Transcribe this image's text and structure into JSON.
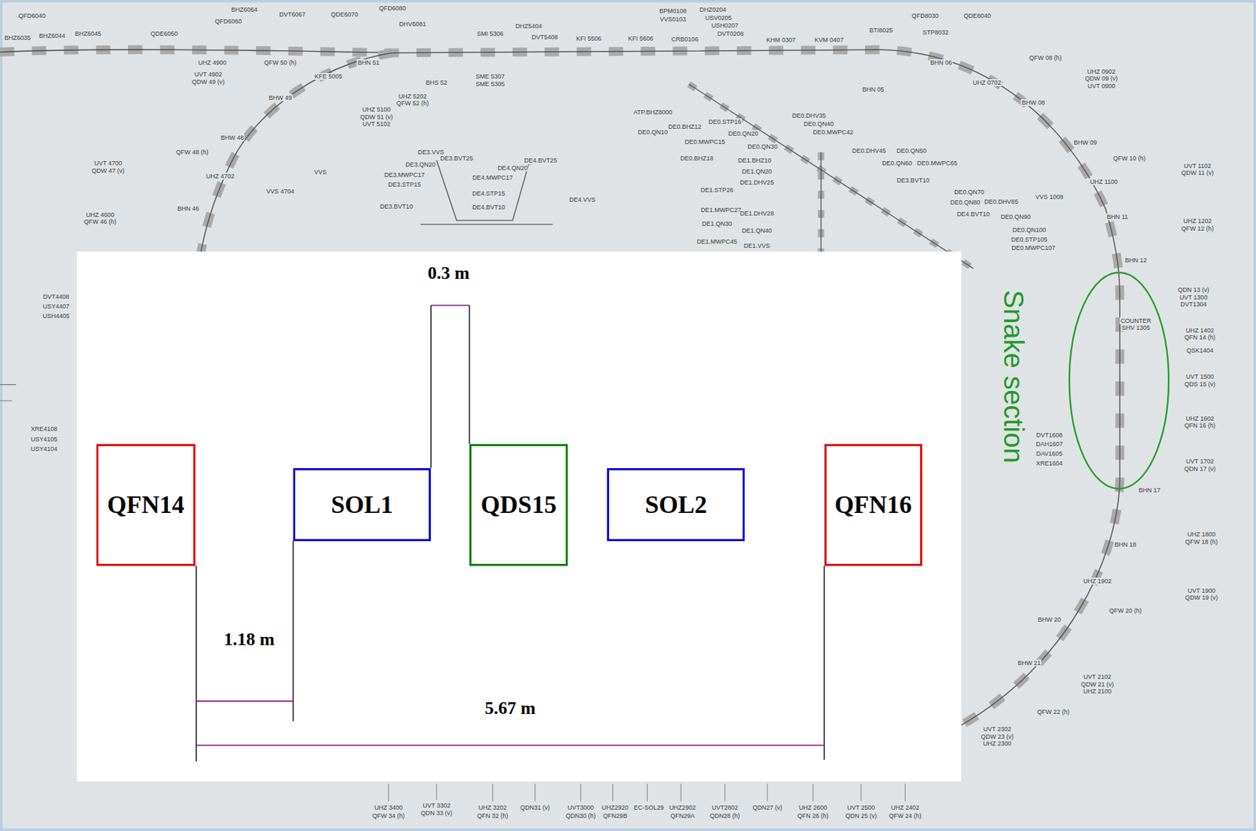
{
  "diagram": {
    "nodes": [
      {
        "text": [
          "QFN14"
        ]
      },
      {
        "text": [
          "SOL1"
        ]
      },
      {
        "text": [
          "QDS15"
        ]
      },
      {
        "text": [
          "SOL2"
        ]
      },
      {
        "text": [
          "QFN16"
        ]
      }
    ],
    "labels": [
      "0.3 m",
      "1.18 m",
      "5.67 m",
      "Snake section",
      "QFD6040",
      "BHZ6035",
      "BHZ6044",
      "BHZ6045",
      "QDE6050",
      "QFD6060",
      "BHZ6064",
      "DVT6067",
      "QDE6070",
      "QFD6080",
      "DHV6081",
      "UHZ 4900",
      "QFW 50 (h)",
      "BHN 51",
      "UVT 4902",
      "QDW 49 (v)",
      "KFE 5005",
      "BHS 52",
      "UHZ 5202",
      "QFW 52 (h)",
      "BHW 49",
      "UHZ 5100",
      "QDW 51 (v)",
      "UVT 5102",
      "SMI 5306",
      "DHZ5404",
      "DVT5408",
      "KFI 5506",
      "KFI 5606",
      "CRB0106",
      "BPM0108",
      "VVS0103",
      "DHZ0204",
      "USV0205",
      "USH0207",
      "DVT0208",
      "KHM 0307",
      "KVM 0407",
      "BTI8025",
      "QFD8030",
      "STP8032",
      "QDE8040",
      "SME 5307",
      "SME 5305",
      "BHN 06",
      "BHN 05",
      "UHZ 0702",
      "QFW 08 (h)",
      "UHZ 0902",
      "QDW 09 (v)",
      "UVT 0900",
      "BHW 08",
      "BHW 09",
      "QFW 10 (h)",
      "UVT 1102",
      "QDW 11 (v)",
      "UHZ 1100",
      "VVS 1008",
      "BHN 11",
      "UHZ 1202",
      "QFW 12 (h)",
      "BHN 12",
      "QDN 13 (v)",
      "UVT 1300",
      "DVT1304",
      "COUNTER",
      "SHV 1305",
      "UHZ 1402",
      "QFN 14 (h)",
      "QSK1404",
      "UVT 1500",
      "QDS 15 (v)",
      "UHZ 1602",
      "QFN 16 (h)",
      "DVT1608",
      "DAH1607",
      "DAV1605",
      "XRE1604",
      "UVT 1702",
      "QDN 17 (v)",
      "BHN 17",
      "UHZ 1800",
      "QFW 18 (h)",
      "BHN 18",
      "UHZ 1902",
      "UVT 1900",
      "QDW 19 (v)",
      "QFW 20 (h)",
      "BHW 20",
      "BHW 21",
      "UVT 2102",
      "QDW 21 (v)",
      "UHZ 2100",
      "QFW 22 (h)",
      "UVT 2302",
      "QDW 23 (v)",
      "UHZ 2300",
      "UHZ 3400",
      "QFW 34 (h)",
      "UVT 3302",
      "QDN 33 (v)",
      "UHZ 3202",
      "QFN 32 (h)",
      "QDN31 (v)",
      "UVT3000",
      "QDN30 (h)",
      "UHZ2920",
      "QFN29B",
      "EC-SOL29",
      "UHZ2902",
      "QFN29A",
      "UVT2802",
      "QDN28 (h)",
      "QDN27 (v)",
      "UHZ 2600",
      "QFN 26 (h)",
      "UVT 2500",
      "QDN 25 (v)",
      "UHZ 2402",
      "QFW 24 (h)",
      "UVT 4700",
      "QDW 47 (v)",
      "QFW 48 (h)",
      "BHW 48",
      "UHZ 4702",
      "VVS 4704",
      "BHN 46",
      "UHZ 4600",
      "QFW 46 (h)",
      "VVS",
      "DVT4408",
      "USY4407",
      "USH4405",
      "XRE4108",
      "USY4105",
      "USY4104",
      "ATP.BHZ8000",
      "DE0.QN10",
      "DE0.BHZ12",
      "DE0.MWPC15",
      "DE0.BHZ18",
      "DE0.STP16",
      "DE0.QN20",
      "DE0.QN30",
      "DE0.MWPC42",
      "DE0.DHV35",
      "DE0.QN40",
      "DE0.DHV45",
      "DE0.QN50",
      "DE0.QN60",
      "DE0.MWPC65",
      "DE3.BVT10",
      "DE0.QN70",
      "DE0.QN80",
      "DE0.DHV85",
      "DE4.BVT10",
      "DE0.QN90",
      "DE0.QN100",
      "DE0.STP105",
      "DE0.MWPC107",
      "DE1.BHZ10",
      "DE1.QN20",
      "DE1.DHV25",
      "DE1.STP26",
      "DE1.MWPC27",
      "DE1.DHV28",
      "DE1.QN30",
      "DE1.QN40",
      "DE1.MWPC45",
      "DE1.VVS",
      "DE3.VVS",
      "DE3.BVT25",
      "DE3.QN20",
      "DE3.MWPC17",
      "DE3.STP15",
      "DE4.BVT25",
      "DE4.QN20",
      "DE4.MWPC17",
      "DE4.STP15",
      "DE4.VVS",
      "DE4.BVT10",
      "DE3.BVT10"
    ]
  }
}
